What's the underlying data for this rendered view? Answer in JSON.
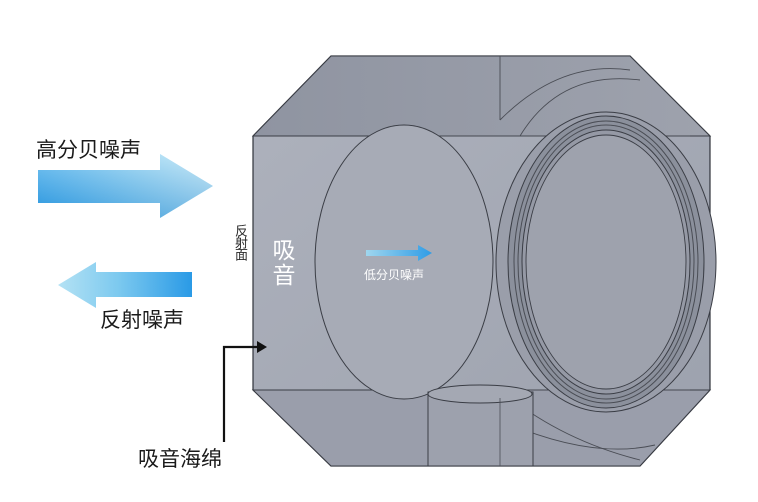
{
  "labels": {
    "high_noise": "高分贝噪声",
    "reflected_noise": "反射噪声",
    "sponge": "吸音海绵",
    "low_noise": "低分贝噪声",
    "reflect_face": "反射面",
    "absorb": "吸音"
  },
  "colors": {
    "body_front": "#a3a7b3",
    "body_top": "#8e93a0",
    "outline": "#3a3d45",
    "arrow_light": "#a9ddf0",
    "arrow_dark": "#1a8fe0"
  }
}
